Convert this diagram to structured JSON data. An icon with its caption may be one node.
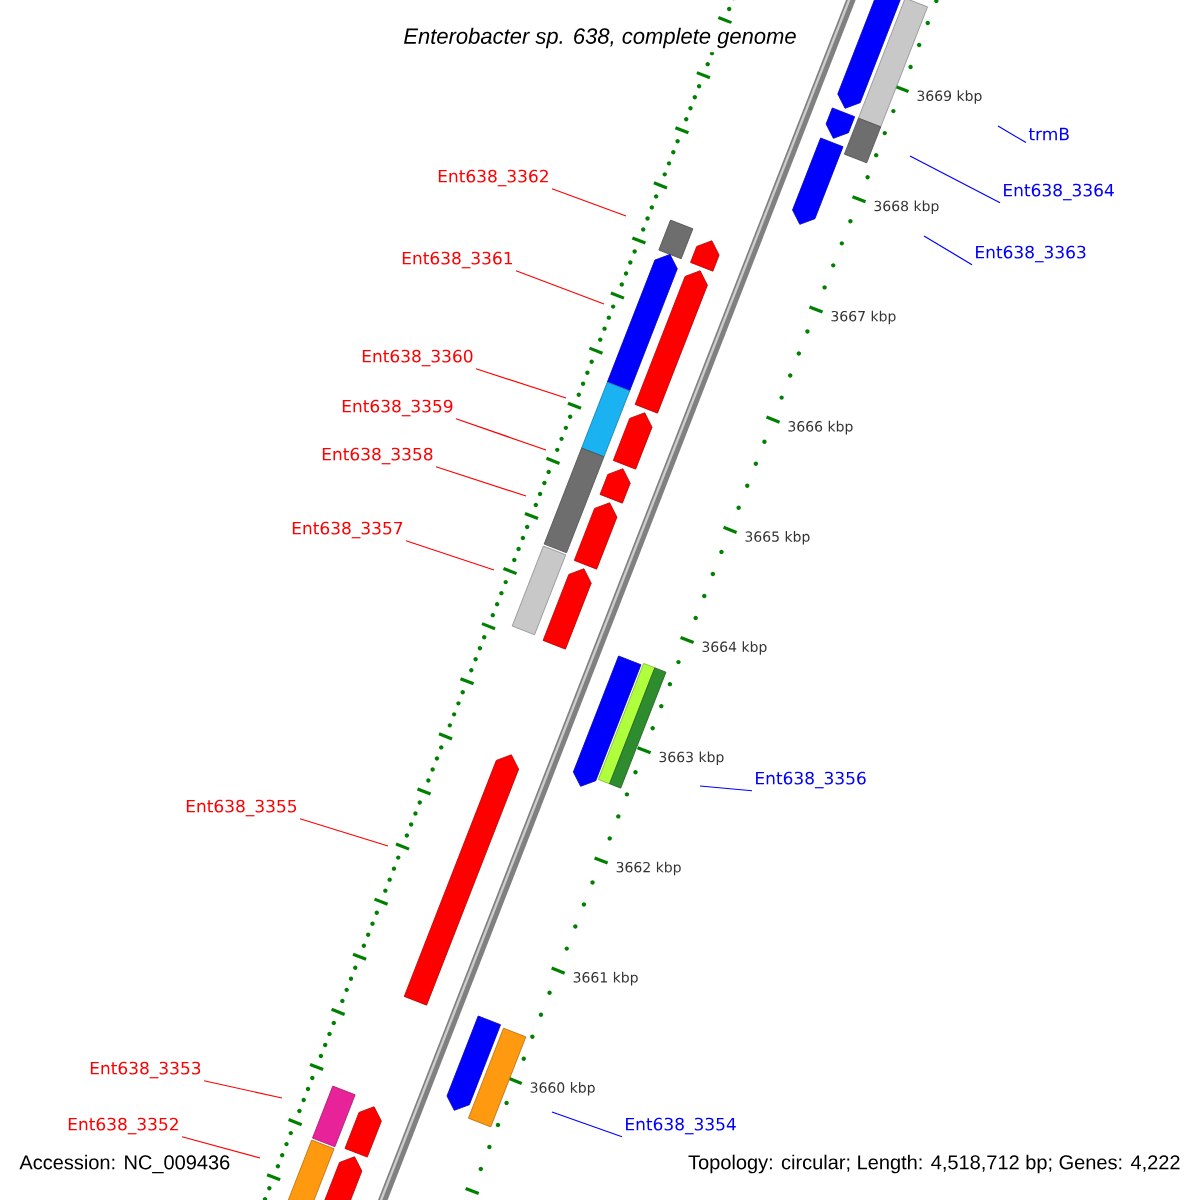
{
  "diagram": {
    "title": "Enterobacter sp. 638, complete genome",
    "nodes": [
      {
        "text": [
          "trmB"
        ]
      },
      {
        "text": [
          "Ent638_3362"
        ]
      },
      {
        "text": [
          "Ent638_3364"
        ]
      },
      {
        "text": [
          "Ent638_3363"
        ]
      },
      {
        "text": [
          "Ent638_3361"
        ]
      },
      {
        "text": [
          "Ent638_3360"
        ]
      },
      {
        "text": [
          "Ent638_3359"
        ]
      },
      {
        "text": [
          "Ent638_3358"
        ]
      },
      {
        "text": [
          "Ent638_3357"
        ]
      },
      {
        "text": [
          "Ent638_3356"
        ]
      },
      {
        "text": [
          "Ent638_3355"
        ]
      },
      {
        "text": [
          "Ent638_3353"
        ]
      },
      {
        "text": [
          "Ent638_3354"
        ]
      },
      {
        "text": [
          "Ent638_3352"
        ]
      }
    ],
    "edges": [
      {
        "from": 0,
        "to": null,
        "arrow": "none",
        "color": "#0000ff"
      },
      {
        "from": 1,
        "to": null,
        "arrow": "none"
      },
      {
        "from": 2,
        "to": null,
        "arrow": "none",
        "color": "#0000ff"
      },
      {
        "from": 3,
        "to": null,
        "arrow": "none",
        "color": "#0000ff"
      },
      {
        "from": 4,
        "to": null,
        "arrow": "none"
      },
      {
        "from": 5,
        "to": null,
        "arrow": "none"
      },
      {
        "from": 6,
        "to": null,
        "arrow": "none"
      },
      {
        "from": 7,
        "to": null,
        "arrow": "none"
      },
      {
        "from": 8,
        "to": null,
        "arrow": "none"
      },
      {
        "from": 9,
        "to": null,
        "arrow": "none",
        "color": "#0000ff"
      },
      {
        "from": 10,
        "to": null,
        "arrow": "none"
      },
      {
        "from": 11,
        "to": null,
        "arrow": "none"
      },
      {
        "from": 12,
        "to": null,
        "arrow": "none",
        "color": "#0000ff"
      },
      {
        "from": 13,
        "to": null,
        "arrow": "none"
      }
    ],
    "labels": [
      "3669 kbp",
      "3668 kbp",
      "3667 kbp",
      "3666 kbp",
      "3665 kbp",
      "3664 kbp",
      "3663 kbp",
      "3662 kbp",
      "3661 kbp",
      "3660 kbp",
      "Accession: NC_009436",
      "Topology: circular; Length: 4,518,712 bp; Genes: 4,222"
    ]
  }
}
